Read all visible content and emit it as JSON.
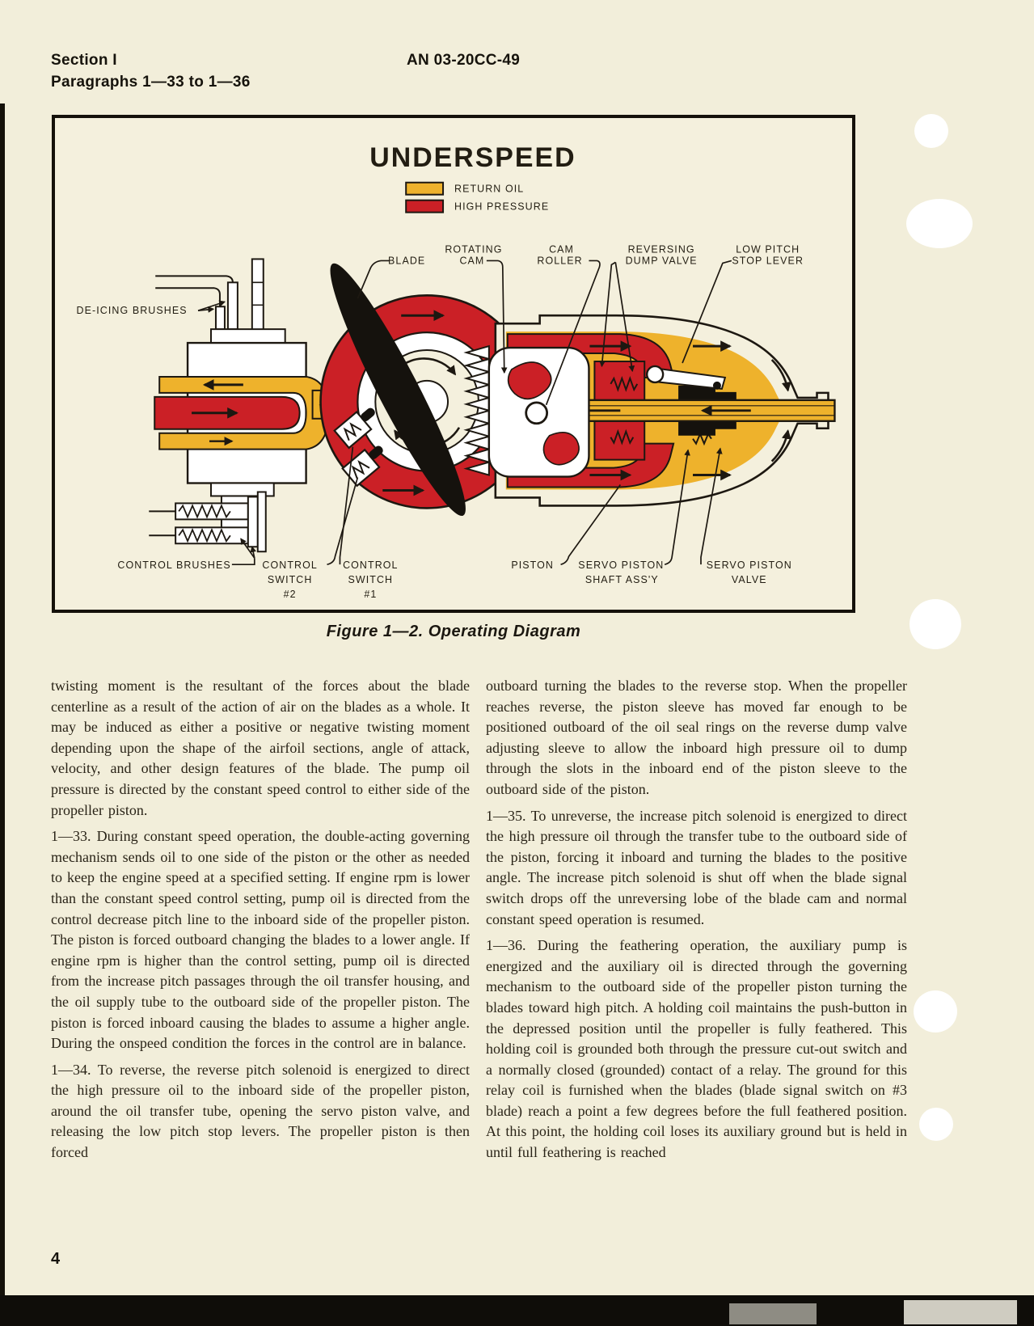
{
  "page": {
    "section": "Section I",
    "paragraphs_range": "Paragraphs 1—33 to 1—36",
    "doc_number": "AN 03-20CC-49",
    "page_number": "4"
  },
  "figure": {
    "title": "UNDERSPEED",
    "caption": "Figure 1—2. Operating Diagram",
    "legend": [
      {
        "label": "RETURN OIL",
        "color": "#eeb22c"
      },
      {
        "label": "HIGH PRESSURE",
        "color": "#cb2026"
      }
    ],
    "labels": {
      "blade": "BLADE",
      "rotating_cam": [
        "ROTATING",
        "CAM"
      ],
      "cam_roller": [
        "CAM",
        "ROLLER"
      ],
      "reversing_dump_valve": [
        "REVERSING",
        "DUMP VALVE"
      ],
      "low_pitch_stop_lever": [
        "LOW PITCH",
        "STOP LEVER"
      ],
      "de_icing_brushes": "DE-ICING BRUSHES",
      "control_brushes": "CONTROL BRUSHES",
      "control_switch_2": [
        "CONTROL",
        "SWITCH",
        "#2"
      ],
      "control_switch_1": [
        "CONTROL",
        "SWITCH",
        "#1"
      ],
      "piston": "PISTON",
      "servo_piston_shaft": [
        "SERVO PISTON",
        "SHAFT ASS'Y"
      ],
      "servo_piston_valve": [
        "SERVO PISTON",
        "VALVE"
      ]
    },
    "colors": {
      "return_oil": "#eeb22c",
      "high_pressure": "#cb2026",
      "ink": "#1d1811",
      "paper": "#f4f0dd"
    }
  },
  "body": {
    "left": [
      "twisting moment is the resultant of the forces about the blade centerline as a result of the action of air on the blades as a whole. It may be induced as either a positive or negative twisting moment depending upon the shape of the airfoil sections, angle of attack, velocity, and other design features of the blade. The pump oil pressure is directed by the constant speed control to either side of the propeller piston.",
      "1—33. During constant speed operation, the double-acting governing mechanism sends oil to one side of the piston or the other as needed to keep the engine speed at a specified setting. If engine rpm is lower than the constant speed control setting, pump oil is directed from the control decrease pitch line to the inboard side of the propeller piston. The piston is forced outboard changing the blades to a lower angle. If engine rpm is higher than the control setting, pump oil is directed from the increase pitch passages through the oil transfer housing, and the oil supply tube to the outboard side of the propeller piston. The piston is forced inboard causing the blades to assume a higher angle. During the onspeed condition the forces in the control are in balance.",
      "1—34. To reverse, the reverse pitch solenoid is energized to direct the high pressure oil to the inboard side of the propeller piston, around the oil transfer tube, opening the servo piston valve, and releasing the low pitch stop levers. The propeller piston is then forced"
    ],
    "right": [
      "outboard turning the blades to the reverse stop. When the propeller reaches reverse, the piston sleeve has moved far enough to be positioned outboard of the oil seal rings on the reverse dump valve adjusting sleeve to allow the inboard high pressure oil to dump through the slots in the inboard end of the piston sleeve to the outboard side of the piston.",
      "1—35. To unreverse, the increase pitch solenoid is energized to direct the high pressure oil through the transfer tube to the outboard side of the piston, forcing it inboard and turning the blades to the positive angle. The increase pitch solenoid is shut off when the blade signal switch drops off the unreversing lobe of the blade cam and normal constant speed operation is resumed.",
      "1—36. During the feathering operation, the auxiliary pump is energized and the auxiliary oil is directed through the governing mechanism to the outboard side of the propeller piston turning the blades toward high pitch. A holding coil maintains the push-button in the depressed position until the propeller is fully feathered. This holding coil is grounded both through the pressure cut-out switch and a normally closed (grounded) contact of a relay. The ground for this relay coil is furnished when the blades (blade signal switch on #3 blade) reach a point a few degrees before the full feathered position. At this point, the holding coil loses its auxiliary ground but is held in until full feathering is reached"
    ]
  }
}
